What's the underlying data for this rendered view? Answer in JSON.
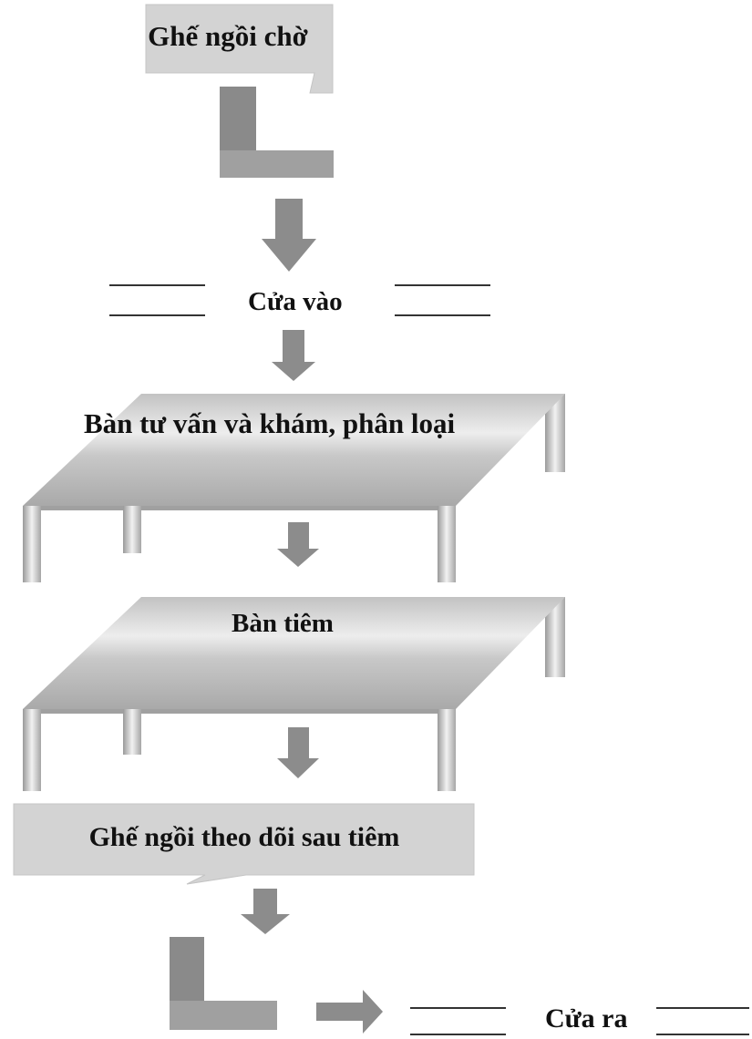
{
  "diagram": {
    "waiting_chair": "Ghế ngồi chờ",
    "entrance": "Cửa vào",
    "consult_table": "Bàn tư vấn và khám, phân loại",
    "injection_table": "Bàn tiêm",
    "monitor_chair": "Ghế ngồi theo dõi sau tiêm",
    "exit": "Cửa ra"
  },
  "colors": {
    "box_fill": "#d3d3d3",
    "chair_dark": "#8a8a8a",
    "chair_light": "#a9a9a9",
    "arrow": "#8c8c8c",
    "table_top": "#bdbdbd",
    "line": "#333333"
  }
}
